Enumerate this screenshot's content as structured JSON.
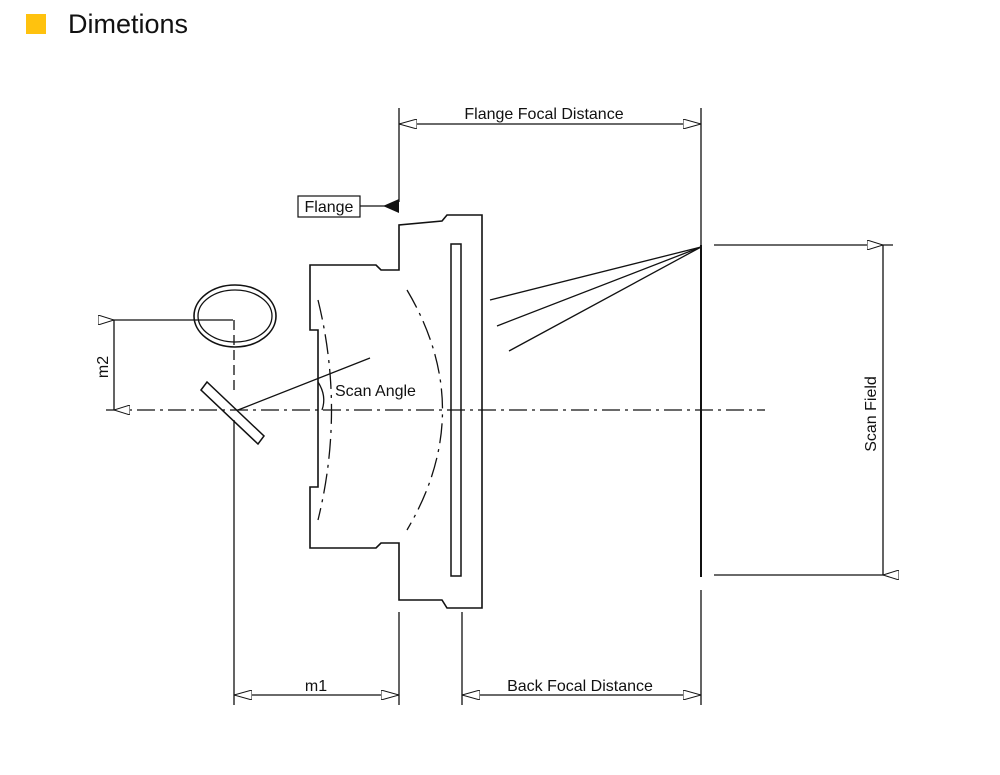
{
  "header": {
    "title": "Dimetions",
    "square_color": "#FFC20E"
  },
  "labels": {
    "flange_focal_distance": "Flange Focal Distance",
    "flange": "Flange",
    "scan_angle": "Scan Angle",
    "scan_field": "Scan Field",
    "m1": "m1",
    "m2": "m2",
    "back_focal_distance": "Back Focal Distance"
  },
  "line_color": "#111111"
}
